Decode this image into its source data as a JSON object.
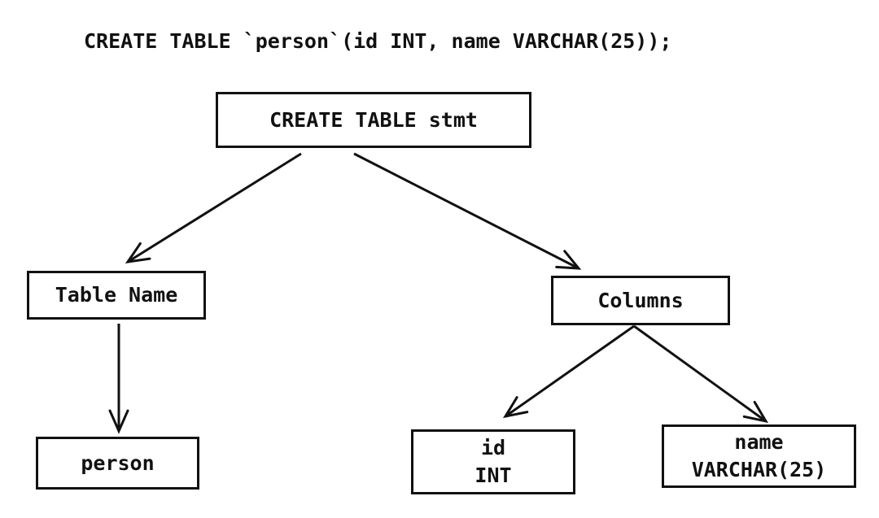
{
  "statement": "CREATE TABLE `person`(id INT, name VARCHAR(25));",
  "colors": {
    "ink": "#111111",
    "background": "#ffffff"
  },
  "nodes": {
    "root": {
      "label": "CREATE TABLE stmt"
    },
    "table_name": {
      "label": "Table Name"
    },
    "person": {
      "label": "person"
    },
    "columns": {
      "label": "Columns"
    },
    "column_id": {
      "lines": [
        "id",
        "INT"
      ]
    },
    "column_name": {
      "lines": [
        "name",
        "VARCHAR(25)"
      ]
    }
  },
  "edges": [
    {
      "from": "CREATE TABLE stmt",
      "to": "Table Name"
    },
    {
      "from": "CREATE TABLE stmt",
      "to": "Columns"
    },
    {
      "from": "Table Name",
      "to": "person"
    },
    {
      "from": "Columns",
      "to": "id INT"
    },
    {
      "from": "Columns",
      "to": "name VARCHAR(25)"
    }
  ]
}
